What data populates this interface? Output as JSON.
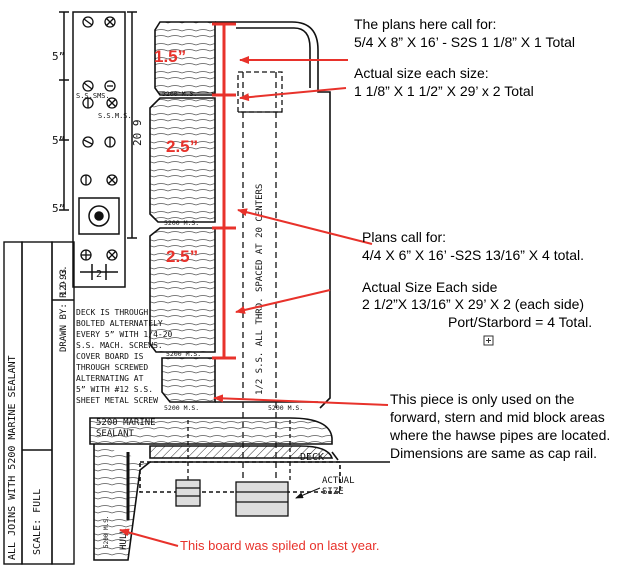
{
  "annotations": {
    "plans_cap_line1": "The plans here call for:",
    "plans_cap_line2": "5/4 X 8” X 16’ - S2S 1 1/8” X 1 Total",
    "actual_cap_line1": "Actual size each size:",
    "actual_cap_line2": "1 1/8” X 1 1/2” X 29’ x 2 Total",
    "plans_board_line1": "Plans call for:",
    "plans_board_line2": "4/4 X 6” X 16’ -S2S 13/16”  X 4 total.",
    "actual_board_line1": "Actual Size Each side",
    "actual_board_line2": "2 1/2”X 13/16” X 29’ X 2 (each side)",
    "actual_board_line3": "Port/Starbord = 4 Total.",
    "piece_note_line1": "This piece is only used on the",
    "piece_note_line2": "forward, stern and mid block areas",
    "piece_note_line3": "where the hawse pipes are located.",
    "piece_note_line4": "Dimensions are same as cap rail.",
    "spiled_note": "This board was spiled on last year."
  },
  "dimensions": {
    "top": "1.5”",
    "middle": "2.5”",
    "lower": "2.5”"
  },
  "drawing": {
    "side_label_1": "ALL JOINS WITH 5200 MARINE SEALANT",
    "drawn_by": "DRAWN BY: R.D.G.",
    "date": "12-93",
    "scale": "SCALE: FULL",
    "dim_5a": "5”",
    "dim_5b": "5”",
    "dim_5c": "5”",
    "dim_20": "20 9",
    "dim_2": "2",
    "ss_sms": "S.S.SMS.",
    "ss_ms": "S.S.M.S.",
    "sealant_1": "5200 M.S.",
    "sealant_2": "5200 M.S.",
    "sealant_3": "5200 M.S.",
    "sealant_4": "5200 M.S.",
    "sealant_5": "5200 M.S.",
    "marine_sealant_1": "5200 MARINE",
    "marine_sealant_2": "SEALANT",
    "vertical_note": "1/2 S.S. ALL THRD. SPACED AT 20 CENTERS",
    "deck": "DECK",
    "actual_size_1": "ACTUAL",
    "actual_size_2": "SIZE",
    "hull": "HULL",
    "hull_ms": "5200 M.S.",
    "note_1": "DECK IS THROUGH",
    "note_2": "BOLTED ALTERNATELY",
    "note_3": "EVERY 5” WITH 1/4-20",
    "note_4": "S.S. MACH. SCREWS.",
    "note_5": "COVER BOARD IS",
    "note_6": "THROUGH SCREWED",
    "note_7": "ALTERNATING AT",
    "note_8": "5” WITH #12 S.S.",
    "note_9": "SHEET METAL SCREW"
  },
  "colors": {
    "accent_red": "#e8322b",
    "ink": "#111111"
  }
}
